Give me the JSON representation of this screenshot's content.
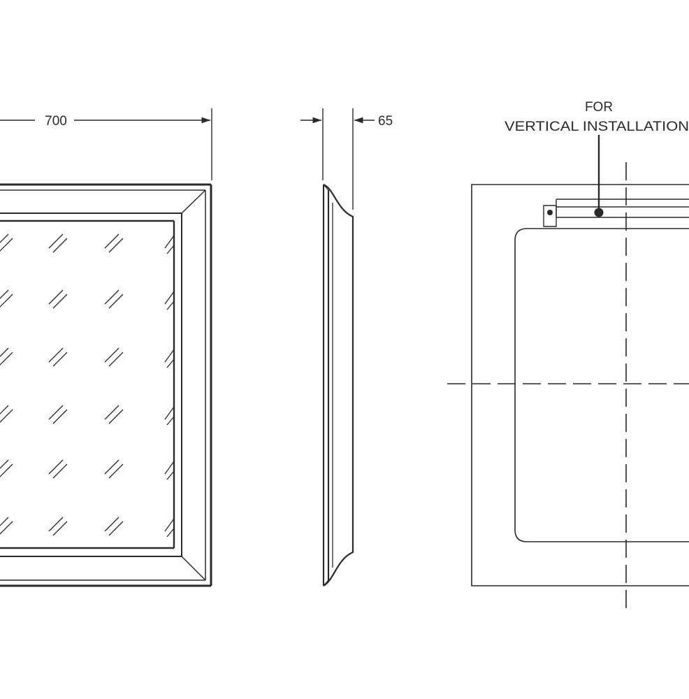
{
  "front_view": {
    "width_dimension": "700"
  },
  "side_view": {
    "depth_dimension": "65"
  },
  "rear_view": {
    "note_line1": "FOR",
    "note_line2": "VERTICAL INSTALLATION"
  },
  "colors": {
    "ink": "#2a2a2a",
    "background": "#ffffff"
  }
}
